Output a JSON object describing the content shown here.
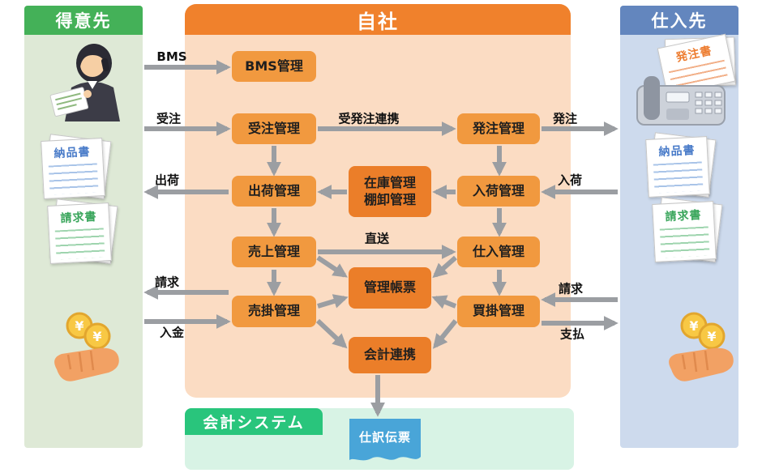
{
  "customer_panel": {
    "title": "得意先",
    "delivery_doc": "納品書",
    "invoice_doc": "請求書",
    "coin": "¥"
  },
  "company_panel": {
    "title": "自社",
    "modules": {
      "bms": "BMS管理",
      "order": "受注管理",
      "po": "発注管理",
      "ship": "出荷管理",
      "inventory_line1": "在庫管理",
      "inventory_line2": "棚卸管理",
      "receive": "入荷管理",
      "sales": "売上管理",
      "purchase": "仕入管理",
      "report": "管理帳票",
      "receivable": "売掛管理",
      "payable": "買掛管理",
      "accounting_link": "会計連携"
    }
  },
  "supplier_panel": {
    "title": "仕入先",
    "po_doc": "発注書",
    "delivery_doc": "納品書",
    "invoice_doc": "請求書",
    "coin": "¥"
  },
  "accounting_panel": {
    "title": "会計システム",
    "voucher": "仕訳伝票"
  },
  "flow_labels": {
    "bms": "BMS",
    "order": "受注",
    "order_po_link": "受発注連携",
    "po": "発注",
    "ship": "出荷",
    "receive": "入荷",
    "direct_ship": "直送",
    "bill_customer": "請求",
    "payment_in": "入金",
    "bill_supplier": "請求",
    "payment_out": "支払"
  },
  "colors": {
    "customer_header": "#44b158",
    "customer_bg": "#dee9d6",
    "company_header": "#f0812c",
    "company_bg": "#fbdcc3",
    "supplier_header": "#6386be",
    "supplier_bg": "#cddaed",
    "accounting_header": "#29c57c",
    "accounting_bg": "#d8f3e5",
    "module_orange": "#f1993f",
    "module_deep_orange": "#eb7e29",
    "arrow_gray": "#9b9ea2",
    "voucher_blue": "#49a5d8"
  }
}
